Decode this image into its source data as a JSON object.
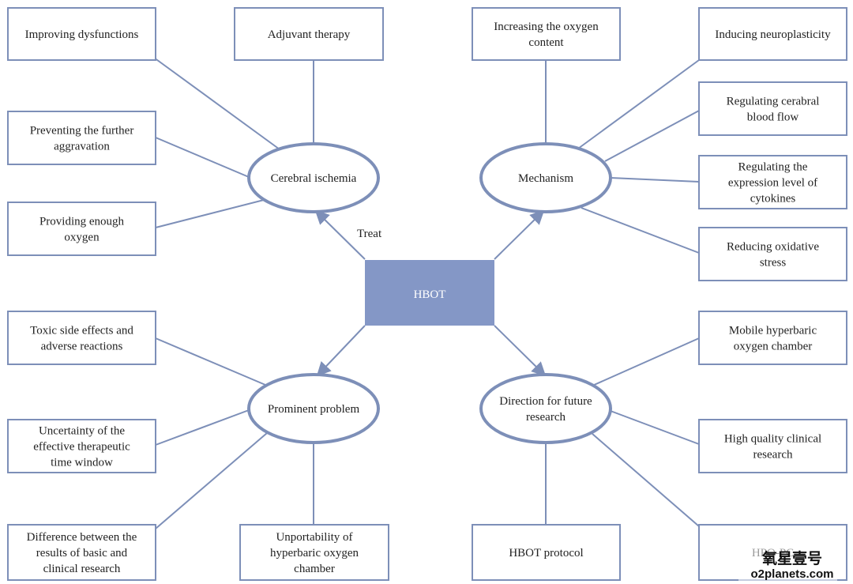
{
  "hub": {
    "label": "HBOT",
    "fill": "#8497c6"
  },
  "colors": {
    "line": "#7d8fb8",
    "box_border": "#7d8fb8",
    "ellipse_border": "#7d8fb8"
  },
  "edge_label": "Treat",
  "topics": {
    "cerebral_ischemia": [
      "Cerebral ischemia"
    ],
    "mechanism": [
      "Mechanism"
    ],
    "prominent_problem": [
      "Prominent problem"
    ],
    "future_research": [
      "Direction for future",
      "research"
    ]
  },
  "boxes": {
    "improving_dysfunctions": [
      "Improving dysfunctions"
    ],
    "adjuvant_therapy": [
      "Adjuvant therapy"
    ],
    "preventing_aggravation": [
      "Preventing the further",
      "aggravation"
    ],
    "providing_oxygen": [
      "Providing enough",
      "oxygen"
    ],
    "increasing_oxygen": [
      "Increasing the oxygen",
      "content"
    ],
    "inducing_neuroplasticity": [
      "Inducing neuroplasticity"
    ],
    "regulating_blood_flow": [
      "Regulating cerabral",
      "blood flow"
    ],
    "regulating_cytokines": [
      "Regulating the",
      "expression level of",
      "cytokines"
    ],
    "reducing_oxidative_stress": [
      "Reducing oxidative",
      "stress"
    ],
    "toxic_side_effects": [
      "Toxic side effects and",
      "adverse reactions"
    ],
    "uncertainty_time_window": [
      "Uncertainty of the",
      "effective therapeutic",
      "time window"
    ],
    "difference_results": [
      "Difference between the",
      "results of basic and",
      "clinical research"
    ],
    "unportability": [
      "Unportability of",
      "hyperbaric oxygen",
      "chamber"
    ],
    "mobile_chamber": [
      "Mobile hyperbaric",
      "oxygen chamber"
    ],
    "high_quality_research": [
      "High quality clinical",
      "research"
    ],
    "hbot_protocol": [
      "HBOT protocol"
    ],
    "hpo_pc": [
      "HPO-PC"
    ]
  },
  "watermark": {
    "chinese": "氧星壹号",
    "site": "o2planets.com"
  }
}
